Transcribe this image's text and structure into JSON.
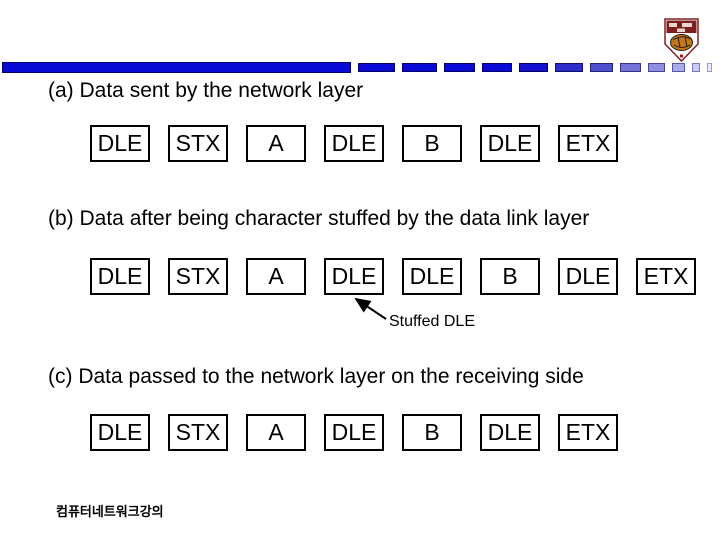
{
  "header": {
    "accent_bar": {
      "main_color": "#0a0ad6",
      "main_border_color": "#000066",
      "dashes": [
        {
          "w": 37,
          "fill": "#0a0ad6",
          "border": "#000066"
        },
        {
          "w": 35,
          "fill": "#0a0ad6",
          "border": "#000066"
        },
        {
          "w": 31,
          "fill": "#0a0ad6",
          "border": "#000066"
        },
        {
          "w": 30,
          "fill": "#0a0ad6",
          "border": "#000066"
        },
        {
          "w": 29,
          "fill": "#1212d0",
          "border": "#000066"
        },
        {
          "w": 28,
          "fill": "#2e2ecb",
          "border": "#111166"
        },
        {
          "w": 23,
          "fill": "#4d4dcf",
          "border": "#222277"
        },
        {
          "w": 21,
          "fill": "#7474d8",
          "border": "#333388"
        },
        {
          "w": 17,
          "fill": "#8f8fdf",
          "border": "#444499"
        },
        {
          "w": 13,
          "fill": "#ababe6",
          "border": "#5555aa"
        },
        {
          "w": 8,
          "fill": "#ccccf0",
          "border": "#7777bb"
        },
        {
          "w": 5,
          "fill": "#e8e8f8",
          "border": "#9999cc"
        }
      ]
    },
    "logo": {
      "label": "university-crest",
      "band_color": "#7d1f1f",
      "outline_color": "#7d2020",
      "tiger_color": "#c07818"
    }
  },
  "sections": [
    {
      "id": "a",
      "title": "(a) Data sent by the network layer",
      "boxes": [
        "DLE",
        "STX",
        "A",
        "DLE",
        "B",
        "DLE",
        "ETX"
      ]
    },
    {
      "id": "b",
      "title": "(b) Data after being character stuffed by the data link layer",
      "boxes": [
        "DLE",
        "STX",
        "A",
        "DLE",
        "DLE",
        "B",
        "DLE",
        "ETX"
      ],
      "annotation": {
        "label": "Stuffed DLE",
        "points_to_box_index": 3
      }
    },
    {
      "id": "c",
      "title": "(c) Data passed to the network layer on the receiving side",
      "boxes": [
        "DLE",
        "STX",
        "A",
        "DLE",
        "B",
        "DLE",
        "ETX"
      ]
    }
  ],
  "footer": {
    "text": "컴퓨터네트워크강의"
  }
}
